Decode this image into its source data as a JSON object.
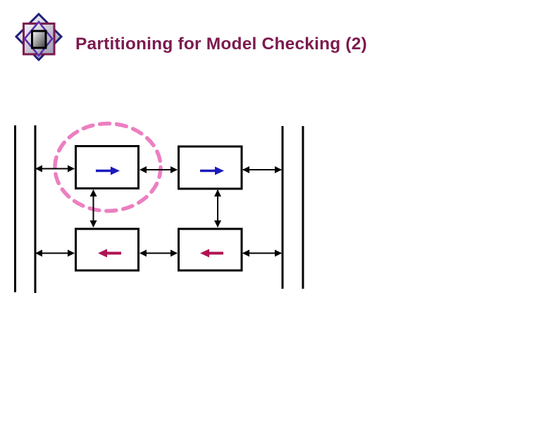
{
  "slide": {
    "title": "Partitioning for Model Checking (2)"
  },
  "logo": {
    "name": "nested-diamonds-template-logo"
  },
  "colors": {
    "title_text": "#7c1a4e",
    "connector_color": "#000000",
    "box_border": "#000000",
    "blue_arrow": "#1b1abd",
    "red_arrow": "#b01353",
    "ellipse_pink": "#ec7fc1",
    "logo_navy": "#1f1f78",
    "logo_maroon": "#7d1a4e",
    "logo_purple": "#5b2da8"
  },
  "diagram": {
    "rails": {
      "left_count": 2,
      "right_count": 2
    },
    "boxes": [
      {
        "id": "top-left",
        "inner_arrow": "right",
        "inner_arrow_color": "blue",
        "highlighted": true
      },
      {
        "id": "top-right",
        "inner_arrow": "right",
        "inner_arrow_color": "blue",
        "highlighted": false
      },
      {
        "id": "bottom-left",
        "inner_arrow": "left",
        "inner_arrow_color": "crimson",
        "highlighted": false
      },
      {
        "id": "bottom-right",
        "inner_arrow": "left",
        "inner_arrow_color": "crimson",
        "highlighted": false
      }
    ],
    "connectors": [
      {
        "from": "left-rail",
        "to": "box-top-left",
        "style": "double-headed"
      },
      {
        "from": "box-top-left",
        "to": "box-top-right",
        "style": "double-headed"
      },
      {
        "from": "box-top-right",
        "to": "right-rail",
        "style": "double-headed"
      },
      {
        "from": "left-rail",
        "to": "box-bottom-left",
        "style": "double-headed"
      },
      {
        "from": "box-bottom-left",
        "to": "box-bottom-right",
        "style": "double-headed"
      },
      {
        "from": "box-bottom-right",
        "to": "right-rail",
        "style": "double-headed"
      },
      {
        "from": "box-top-left",
        "to": "box-bottom-left",
        "style": "double-headed-vertical"
      },
      {
        "from": "box-top-right",
        "to": "box-bottom-right",
        "style": "double-headed-vertical"
      }
    ],
    "highlight": {
      "shape": "dashed-ellipse",
      "around": "box-top-left"
    }
  }
}
